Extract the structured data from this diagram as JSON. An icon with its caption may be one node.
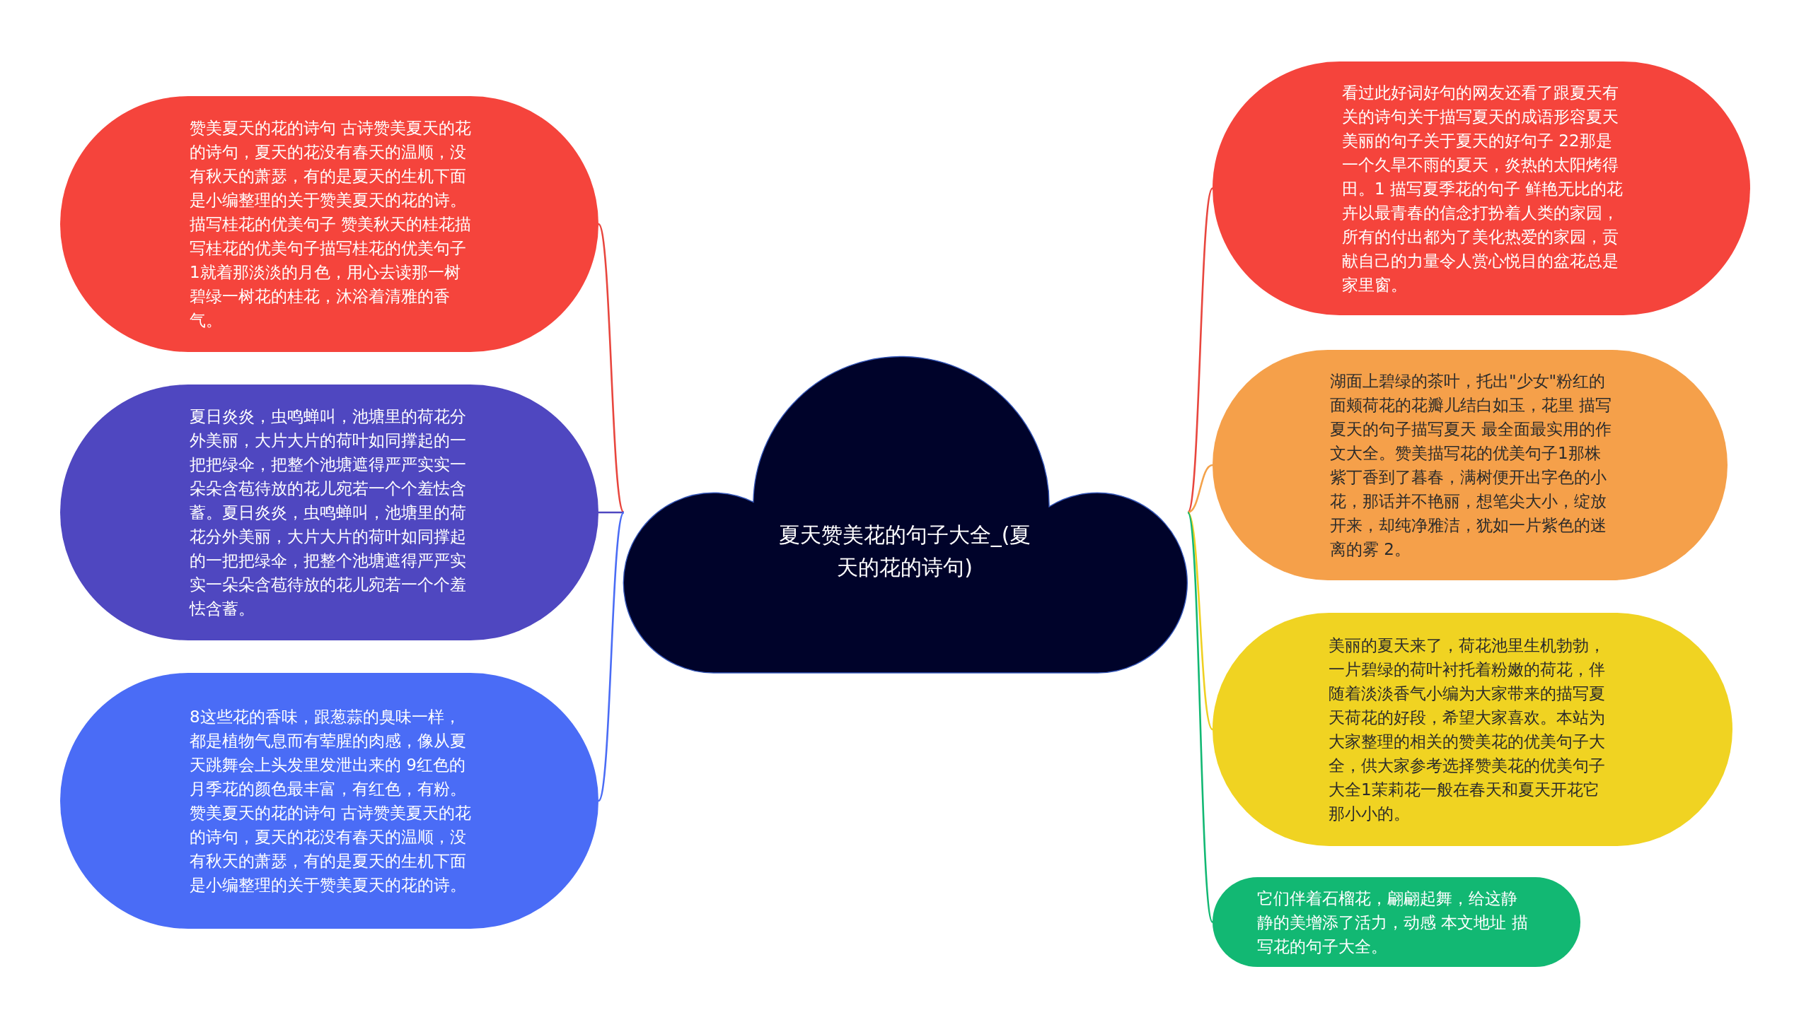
{
  "diagram": {
    "nodes": [
      {
        "text": [
          "夏天赞美花的句子大全_(夏天的花的诗句)"
        ]
      },
      {
        "text": [
          "赞美夏天的花的诗句 古诗赞美夏天的花的诗句，夏天的花没有春天的温顺，没有秋天的萧瑟，有的是夏天的生机下面是小编整理的关于赞美夏天的花的诗。描写桂花的优美句子 赞美秋天的桂花描写桂花的优美句子描写桂花的优美句子1就着那淡淡的月色，用心去读那一树碧绿一树花的桂花，沐浴着清雅的香气。"
        ]
      },
      {
        "text": [
          "夏日炎炎，虫鸣蝉叫，池塘里的荷花分外美丽，大片大片的荷叶如同撑起的一把把绿伞，把整个池塘遮得严严实实一朵朵含苞待放的花儿宛若一个个羞怯含蓄。夏日炎炎，虫鸣蝉叫，池塘里的荷花分外美丽，大片大片的荷叶如同撑起的一把把绿伞，把整个池塘遮得严严实实一朵朵含苞待放的花儿宛若一个个羞怯含蓄。"
        ]
      },
      {
        "text": [
          "8这些花的香味，跟葱蒜的臭味一样，都是植物气息而有荤腥的肉感，像从夏天跳舞会上头发里发泄出来的 9红色的月季花的颜色最丰富，有红色，有粉。赞美夏天的花的诗句 古诗赞美夏天的花的诗句，夏天的花没有春天的温顺，没有秋天的萧瑟，有的是夏天的生机下面是小编整理的关于赞美夏天的花的诗。"
        ]
      },
      {
        "text": [
          "看过此好词好句的网友还看了跟夏天有关的诗句关于描写夏天的成语形容夏天美丽的句子关于夏天的好句子 22那是一个久旱不雨的夏天，炎热的太阳烤得田。1 描写夏季花的句子 鲜艳无比的花卉以最青春的信念打扮着人类的家园，所有的付出都为了美化热爱的家园，贡献自己的力量令人赏心悦目的盆花总是家里窗。"
        ]
      },
      {
        "text": [
          "湖面上碧绿的茶叶，托出\"少女\"粉红的面颊荷花的花瓣儿结白如玉，花里 描写夏天的句子描写夏天 最全面最实用的作文大全。赞美描写花的优美句子1那株紫丁香到了暮春，满树便开出字色的小花，那话并不艳丽，想笔尖大小，绽放开来，却纯净雅洁，犹如一片紫色的迷离的雾 2。"
        ]
      },
      {
        "text": [
          "美丽的夏天来了，荷花池里生机勃勃，一片碧绿的荷叶衬托着粉嫩的荷花，伴随着淡淡香气小编为大家带来的描写夏天荷花的好段，希望大家喜欢。本站为大家整理的相关的赞美花的优美句子大全，供大家参考选择赞美花的优美句子大全1茉莉花一般在春天和夏天开花它那小小的。"
        ]
      },
      {
        "text": [
          "它们伴着石榴花，翩翩起舞，给这静静的美增添了活力，动感 本文地址 描写花的句子大全。"
        ]
      }
    ],
    "edges": [
      {
        "from": 0,
        "to": 1,
        "arrow": "none",
        "color": "#e8463e"
      },
      {
        "from": 0,
        "to": 2,
        "arrow": "none",
        "color": "#4f47c0"
      },
      {
        "from": 0,
        "to": 3,
        "arrow": "none",
        "color": "#4a6cf5"
      },
      {
        "from": 0,
        "to": 4,
        "arrow": "none",
        "color": "#e8463e"
      },
      {
        "from": 0,
        "to": 5,
        "arrow": "none",
        "color": "#f4a24a"
      },
      {
        "from": 0,
        "to": 6,
        "arrow": "none",
        "color": "#efd023"
      },
      {
        "from": 0,
        "to": 7,
        "arrow": "none",
        "color": "#12b873"
      }
    ]
  }
}
